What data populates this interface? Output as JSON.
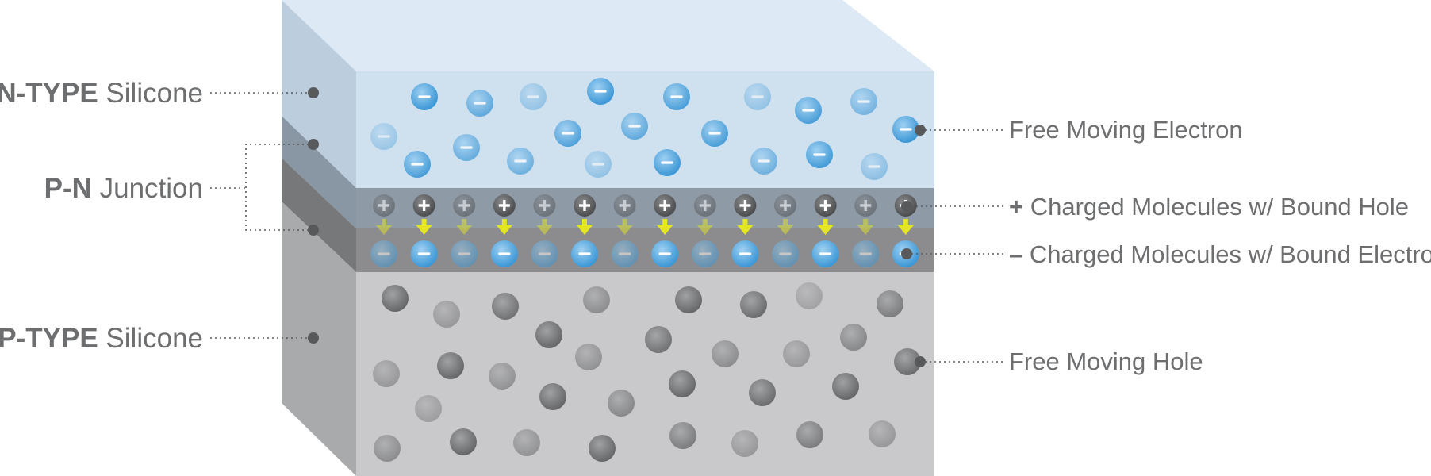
{
  "labels_left": {
    "n_type": {
      "bold": "N-TYPE",
      "rest": " Silicone"
    },
    "pn_junction": {
      "bold": "P-N",
      "rest": " Junction"
    },
    "p_type": {
      "bold": "P-TYPE",
      "rest": " Silicone"
    }
  },
  "labels_right": {
    "free_electron": "Free Moving Electron",
    "charged_hole": {
      "symbol": "+",
      "text": " Charged Molecules w/ Bound Hole"
    },
    "charged_electron": {
      "symbol": "–",
      "text": " Charged Molecules w/ Bound Electron"
    },
    "free_hole": "Free Moving Hole"
  },
  "colors": {
    "n_layer": "#cfe0ef",
    "n_top": "#dde9f5",
    "pn_hole_band": "#8e9aa6",
    "pn_electron_band": "#8c8c8e",
    "p_layer": "#c9c9cb",
    "electron": "#4aa3dc",
    "hole": "#8a8b8d",
    "arrow": "#e4e621",
    "leader": "#58595b"
  }
}
